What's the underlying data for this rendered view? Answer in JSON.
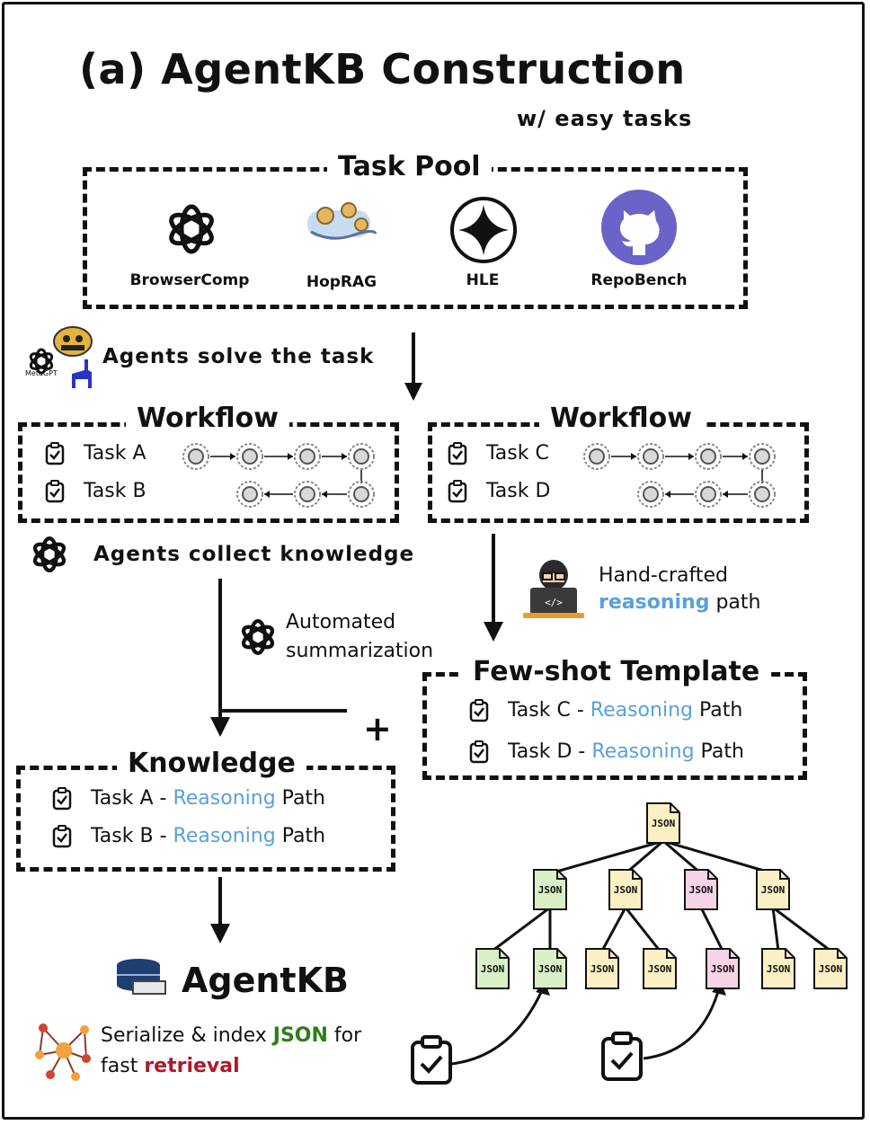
{
  "title": "(a) AgentKB Construction",
  "subtitle": "w/ easy tasks",
  "task_pool": {
    "label": "Task Pool",
    "sources": [
      "BrowserComp",
      "HopRAG",
      "HLE",
      "RepoBench"
    ]
  },
  "metagpt_label": "MetaGPT",
  "solve_label": "Agents solve the task",
  "workflow_left": {
    "label": "Workflow",
    "tasks": [
      "Task A",
      "Task B"
    ]
  },
  "workflow_right": {
    "label": "Workflow",
    "tasks": [
      "Task C",
      "Task D"
    ]
  },
  "collect_label": "Agents collect knowledge",
  "auto_summary": [
    "Automated",
    "summarization"
  ],
  "handcrafted": {
    "line1": "Hand-crafted",
    "highlight": "reasoning",
    "rest": " path"
  },
  "plus": "+",
  "few_shot": {
    "label": "Few-shot Template",
    "rows": [
      {
        "task": "Task C",
        "sep": " - ",
        "hl": "Reasoning",
        "tail": " Path"
      },
      {
        "task": "Task D",
        "sep": " - ",
        "hl": "Reasoning",
        "tail": " Path"
      }
    ]
  },
  "knowledge": {
    "label": "Knowledge",
    "rows": [
      {
        "task": "Task A",
        "sep": " - ",
        "hl": "Reasoning",
        "tail": " Path"
      },
      {
        "task": "Task B",
        "sep": " - ",
        "hl": "Reasoning",
        "tail": " Path"
      }
    ]
  },
  "agentkb_label": "AgentKB",
  "serialize": {
    "p1": "Serialize & index ",
    "json": "JSON",
    "p2": " for",
    "p3": "fast ",
    "retrieval": "retrieval"
  },
  "json_tag": "JSON",
  "colors": {
    "reasoning": "#5aa0dc",
    "json_word": "#2e7d1a",
    "retrieval": "#b0182b",
    "github": "#6b63c8",
    "green": "#d9efc6",
    "yellow": "#fbf0c4",
    "pink": "#f7d3e8"
  }
}
